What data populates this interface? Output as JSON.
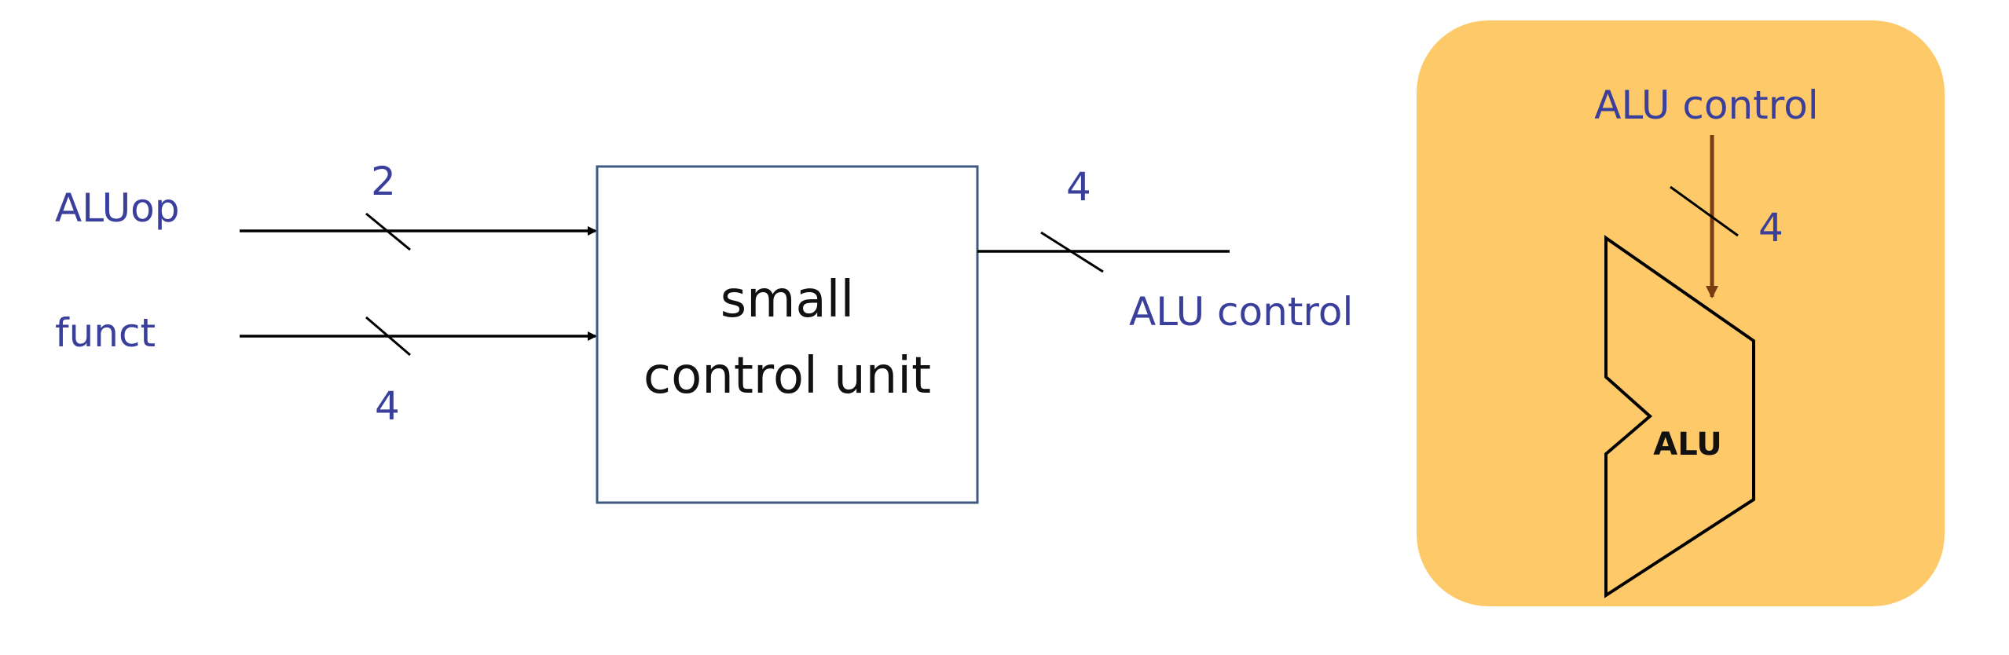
{
  "inputs": [
    {
      "name": "ALUop",
      "width": "2"
    },
    {
      "name": "funct",
      "width": "4"
    }
  ],
  "control_unit": {
    "line1": "small",
    "line2": "control unit"
  },
  "output": {
    "name": "ALU control",
    "width": "4"
  },
  "alu_panel": {
    "control_label": "ALU control",
    "control_width": "4",
    "alu_label": "ALU",
    "panel_color": "#fdc969",
    "arrow_color": "#7a3a12"
  },
  "colors": {
    "label_blue": "#3b3f9c",
    "box_border": "#3f5a82"
  }
}
